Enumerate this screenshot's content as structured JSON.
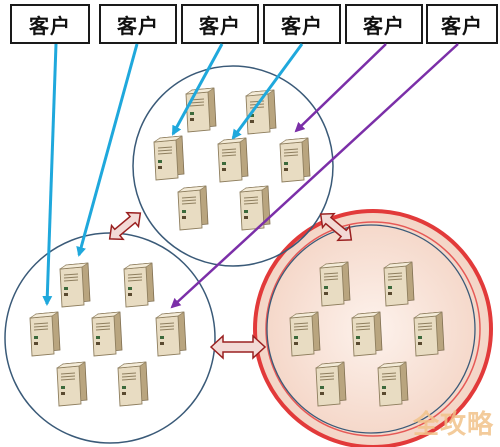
{
  "clients": [
    "客户",
    "客户",
    "客户",
    "客户",
    "客户",
    "客户"
  ],
  "watermark": "全攻略",
  "colors": {
    "cyan_arrow": "#1fa8dc",
    "purple_arrow": "#7b2fa8",
    "cluster_border": "#3a5a78",
    "highlight_ring": "#e23a3a",
    "highlight_fill": "#f8e1d6",
    "double_arrow_fill": "#f3dad6",
    "double_arrow_stroke": "#9a2020",
    "server_body": "#e8dcc2",
    "server_side": "#b9a57f"
  },
  "icons": [
    "server-icon",
    "double-arrow-icon",
    "arrow-icon"
  ]
}
